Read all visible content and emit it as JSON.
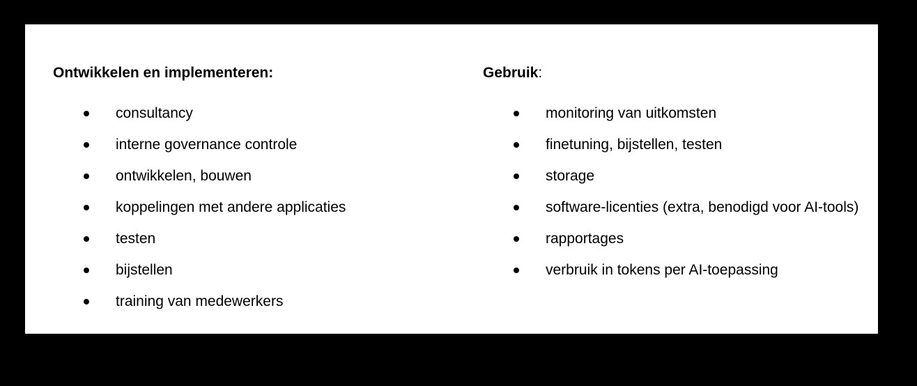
{
  "background_color": "#000000",
  "card": {
    "background_color": "#ffffff",
    "text_color": "#000000"
  },
  "columns": [
    {
      "heading": "Ontwikkelen en implementeren:",
      "heading_colon_bold": true,
      "items": [
        "consultancy",
        "interne governance controle",
        "ontwikkelen, bouwen",
        "koppelingen met andere applicaties",
        "testen",
        "bijstellen",
        "training van medewerkers"
      ]
    },
    {
      "heading": "Gebruik",
      "heading_colon": ":",
      "heading_colon_bold": false,
      "items": [
        "monitoring van uitkomsten",
        "finetuning, bijstellen, testen",
        "storage",
        "software-licenties (extra, benodigd voor AI-tools)",
        "rapportages",
        "verbruik in tokens per AI-toepassing"
      ]
    }
  ]
}
